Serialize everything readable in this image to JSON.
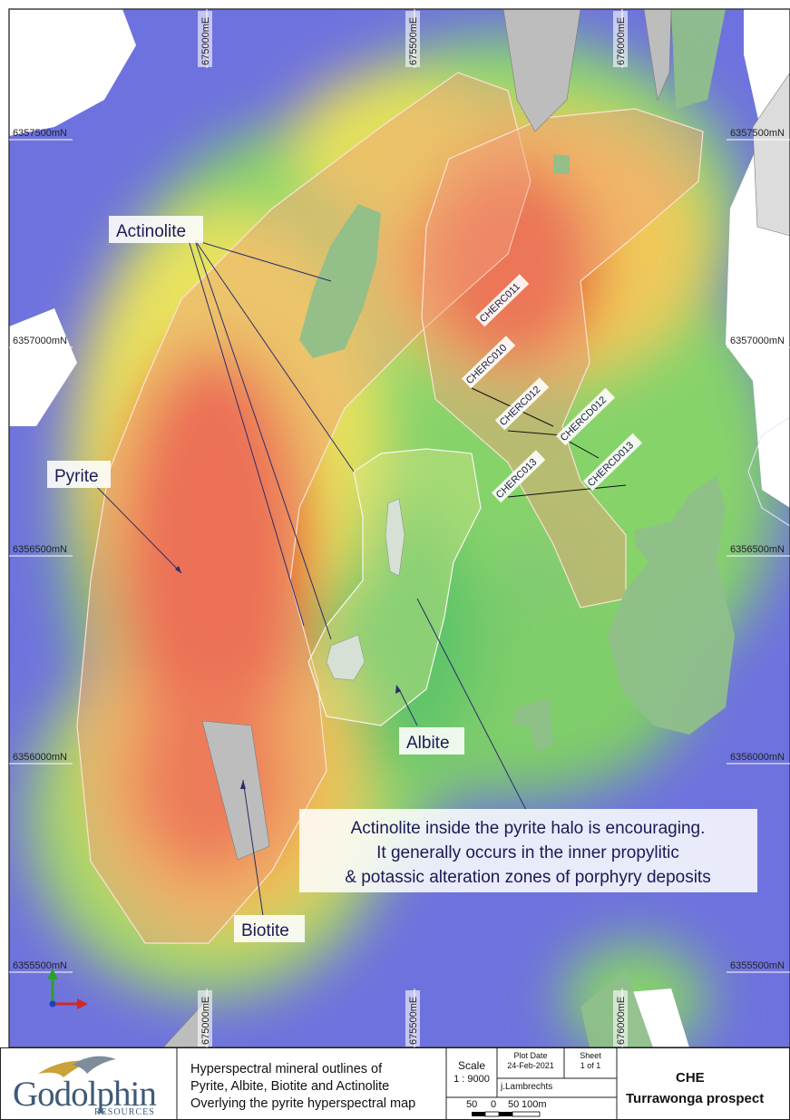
{
  "grid": {
    "eastings": [
      "675000mE",
      "675500mE",
      "676000mE"
    ],
    "northings": [
      "6357500mN",
      "6357000mN",
      "6356500mN",
      "6356000mN",
      "6355500mN"
    ]
  },
  "labels": {
    "actinolite": "Actinolite",
    "pyrite": "Pyrite",
    "albite": "Albite",
    "biotite": "Biotite"
  },
  "drillholes": [
    "CHERC011",
    "CHERC010",
    "CHERC012",
    "CHERCD012",
    "CHERC013",
    "CHERCD013"
  ],
  "annotation": [
    "Actinolite inside the pyrite halo is encouraging.",
    "It generally occurs in the inner propylitic",
    "& potassic alteration zones of porphyry deposits"
  ],
  "title_block": {
    "logo_name": "Godolphin",
    "logo_sub": "RESOURCES",
    "description": [
      "Hyperspectral mineral outlines of",
      "Pyrite, Albite, Biotite and Actinolite",
      "Overlying the pyrite hyperspectral map"
    ],
    "scale_label": "Scale",
    "scale_value": "1 : 9000",
    "plot_date_label": "Plot Date",
    "plot_date": "24-Feb-2021",
    "sheet_label": "Sheet",
    "sheet_value": "1 of 1",
    "author": "j.Lambrechts",
    "scalebar": [
      "50",
      "0",
      "50",
      "100m"
    ],
    "project_code": "CHE",
    "project_name": "Turrawonga prospect"
  },
  "colors": {
    "low": "#6b6ee0",
    "mid": "#7ed96a",
    "high": "#e2483a",
    "halo": "#f0a37a",
    "actinolite": "#8fbf8a",
    "biotite": "#b4b4b4"
  }
}
